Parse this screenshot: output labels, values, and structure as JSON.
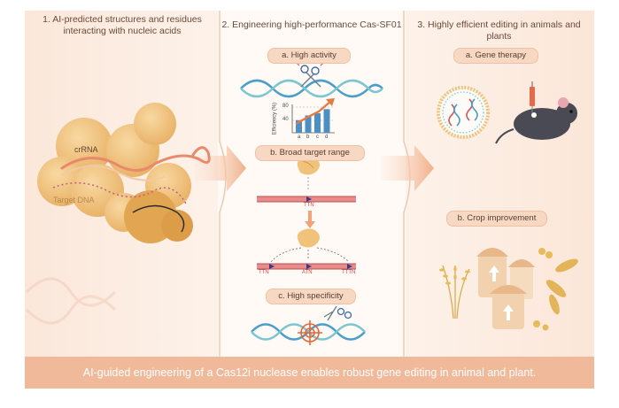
{
  "panels": [
    {
      "header": "1. AI-predicted structures and residues\ninteracting with nucleic acids"
    },
    {
      "header": "2. Engineering high-performance Cas-SF01"
    },
    {
      "header": "3. Highly efficient editing in animals and plants"
    }
  ],
  "panel1": {
    "crrna_label": "crRNA",
    "target_dna_label": "Target DNA"
  },
  "panel2": {
    "activity_pill": "a. High activity",
    "range_pill": "b. Broad target range",
    "specificity_pill": "c. High specificity",
    "chart": {
      "ylabel": "Efficiency (%)",
      "yticks": [
        "80",
        "40"
      ],
      "categories": [
        "a",
        "b",
        "c",
        "d"
      ]
    },
    "pam_labels": [
      "TTN",
      "ATN",
      "TTN",
      "TTTN"
    ]
  },
  "panel3": {
    "gene_therapy_pill": "a. Gene therapy",
    "crop_pill": "b. Crop improvement"
  },
  "chart_data": {
    "type": "bar",
    "categories": [
      "a",
      "b",
      "c",
      "d"
    ],
    "values": [
      40,
      55,
      62,
      75
    ],
    "ylabel": "Efficiency (%)",
    "ylim": [
      0,
      90
    ]
  },
  "banner": "AI-guided engineering of a Cas12i nuclease enables robust gene editing in animal and plant.",
  "colors": {
    "accent": "#e8956d",
    "protein": "#f0c27a",
    "dna_blue": "#4a9ec9",
    "dna_teal": "#7cc6cf",
    "banner": "#efb99a",
    "bar": "#4b8fc4"
  }
}
